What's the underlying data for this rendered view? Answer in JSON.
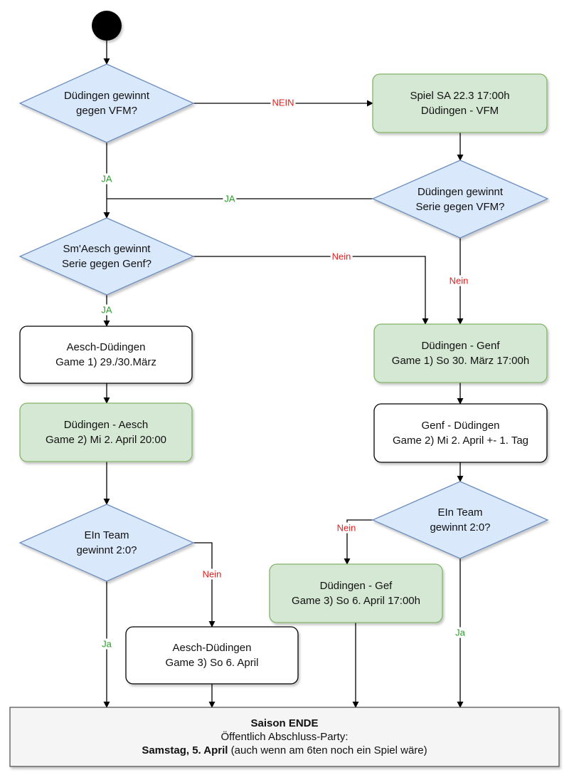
{
  "colors": {
    "decision_fill": "#dae8fc",
    "decision_stroke": "#6c8ebf",
    "green_fill": "#d5e8d4",
    "green_stroke": "#82b366",
    "white_fill": "#ffffff",
    "final_fill": "#f5f5f5",
    "label_red": "#e02020",
    "label_green": "#2a9d2a"
  },
  "nodes": {
    "d1": {
      "lines": [
        "Düdingen gewinnt",
        "gegen VFM?"
      ]
    },
    "spiel_sa": {
      "lines": [
        "Spiel SA 22.3 17:00h",
        "Düdingen - VFM"
      ]
    },
    "d2": {
      "lines": [
        "Düdingen gewinnt",
        "Serie gegen VFM?"
      ]
    },
    "d3": {
      "lines": [
        "Sm'Aesch gewinnt",
        "Serie gegen Genf?"
      ]
    },
    "aesch_g1": {
      "lines": [
        "Aesch-Düdingen",
        "Game 1) 29./30.März"
      ]
    },
    "duedingen_genf": {
      "lines": [
        "Düdingen - Genf",
        "Game 1) So 30. März 17:00h"
      ]
    },
    "duedingen_aesch": {
      "lines": [
        "Düdingen - Aesch",
        "Game 2) Mi 2. April 20:00"
      ]
    },
    "genf_duedingen": {
      "lines": [
        "Genf - Düdingen",
        "Game 2) Mi 2. April +- 1. Tag"
      ]
    },
    "d4_right": {
      "lines": [
        "EIn Team",
        "gewinnt 2:0?"
      ]
    },
    "d4_left": {
      "lines": [
        "EIn Team",
        "gewinnt 2:0?"
      ]
    },
    "duedingen_gef": {
      "lines": [
        "Düdingen - Gef",
        "Game 3) So 6. April 17:00h"
      ]
    },
    "aesch_g3": {
      "lines": [
        "Aesch-Düdingen",
        "Game 3) So 6. April"
      ]
    },
    "final": {
      "title": "Saison ENDE",
      "line2": "Öffentlich Abschluss-Party:",
      "date_bold": "Samstag,  5. April",
      "date_rest": " (auch wenn am 6ten noch ein Spiel wäre)"
    }
  },
  "edge_labels": {
    "nein_d1": "NEIN",
    "ja_d1": "JA",
    "ja_d2": "JA",
    "nein_d2": "Nein",
    "nein_d3": "Nein",
    "ja_d3": "JA",
    "nein_d4_right": "Nein",
    "ja_d4_right": "Ja",
    "nein_d4_left": "Nein",
    "ja_d4_left": "Ja"
  }
}
